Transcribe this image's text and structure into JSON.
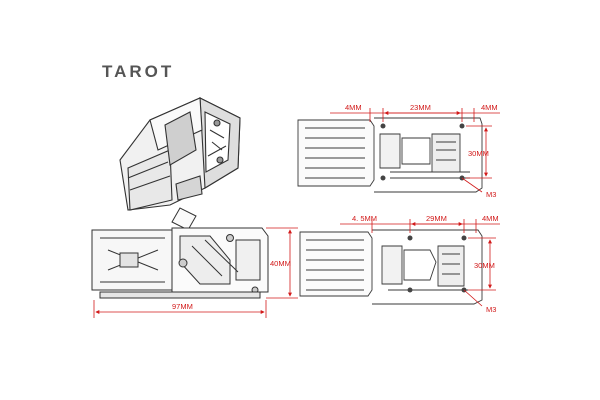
{
  "brand": {
    "logo_text": "TAROT"
  },
  "colors": {
    "dimension": "#d21a1a",
    "line": "#3a3a3a",
    "fill": "#e8e8e8"
  },
  "top_view": {
    "dim_left": "4MM",
    "dim_center": "23MM",
    "dim_right": "4MM",
    "dim_vertical": "30MM",
    "screw": "M3"
  },
  "lower_view": {
    "dim_left": "4. 5MM",
    "dim_center": "29MM",
    "dim_right": "4MM",
    "dim_vertical": "30MM",
    "screw": "M3"
  },
  "side_view": {
    "dim_height": "40MM",
    "dim_length": "97MM"
  }
}
